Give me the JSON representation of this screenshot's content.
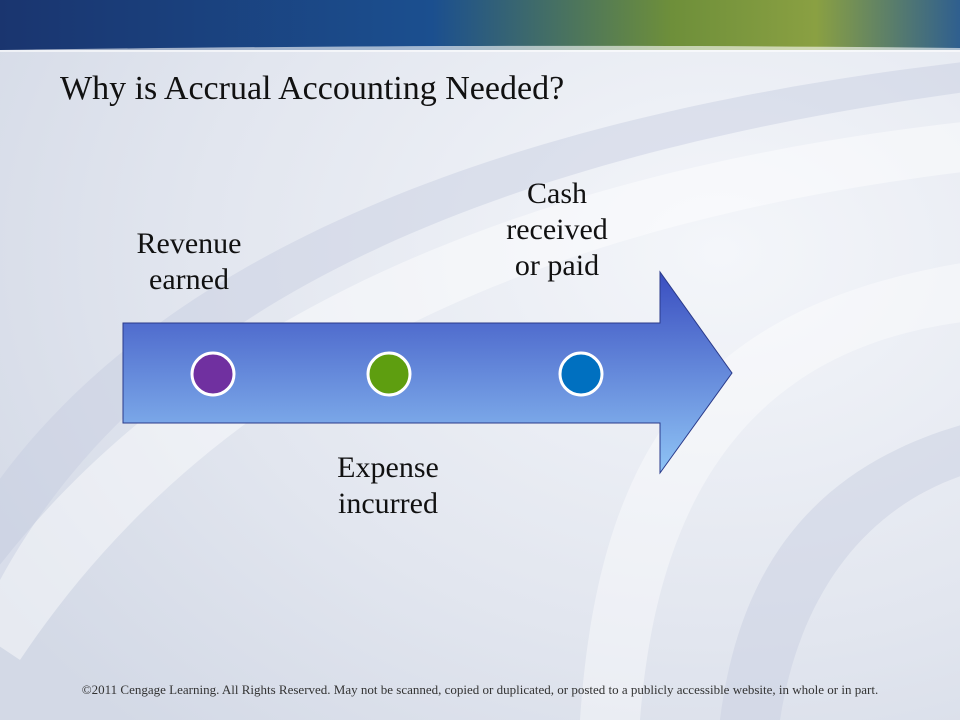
{
  "slide": {
    "title": "Why is Accrual Accounting Needed?",
    "footer": "©2011 Cengage Learning. All Rights Reserved. May not be scanned, copied or duplicated, or posted to a publicly accessible website, in whole or in part."
  },
  "timeline": {
    "steps": [
      {
        "label": "Revenue\nearned",
        "color": "#7030a0"
      },
      {
        "label": "Expense\nincurred",
        "color": "#5e9e10"
      },
      {
        "label": "Cash\nreceived\nor paid",
        "color": "#0070c0"
      }
    ]
  },
  "colors": {
    "arrow_top": "#3a4ec0",
    "arrow_bottom": "#8fc4f5",
    "header_band": "#1b3f87"
  }
}
